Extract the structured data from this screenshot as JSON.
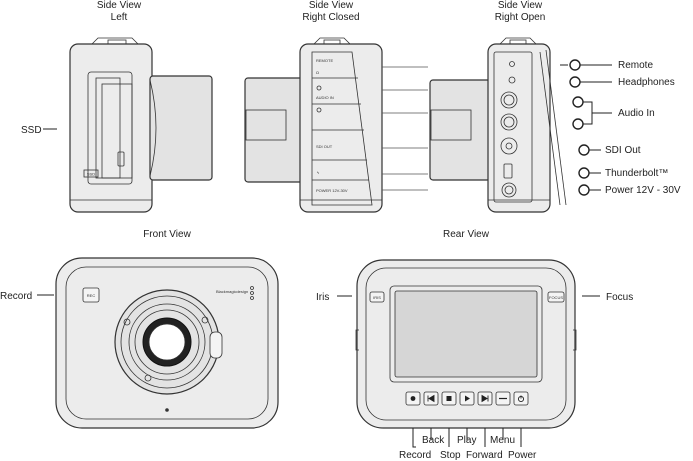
{
  "views": {
    "side_left": {
      "line1": "Side View",
      "line2": "Left"
    },
    "side_closed": {
      "line1": "Side View",
      "line2": "Right Closed"
    },
    "side_open": {
      "line1": "Side View",
      "line2": "Right Open"
    },
    "front": "Front View",
    "rear": "Rear View"
  },
  "labels": {
    "ssd": "SSD",
    "record_front": "Record",
    "brand": "Blackmagicdesign",
    "rec_button": "REC",
    "iris": "Iris",
    "focus": "Focus",
    "iris_button": "IRIS",
    "focus_button": "FOCUS",
    "ssd_slot": "SSD"
  },
  "connectors": [
    {
      "label": "Remote"
    },
    {
      "label": "Headphones"
    },
    {
      "label": "Audio In"
    },
    {
      "label": "SDI Out"
    },
    {
      "label": "Thunderbolt™"
    },
    {
      "label": "Power 12V - 30V"
    }
  ],
  "closed_panel_labels": [
    "REMOTE",
    "AUDIO IN",
    "SDI OUT",
    "POWER 12V-30V"
  ],
  "rear_buttons": [
    {
      "label": "Record",
      "icon": "record-icon"
    },
    {
      "label": "Back",
      "icon": "skip-back-icon"
    },
    {
      "label": "Stop",
      "icon": "stop-icon"
    },
    {
      "label": "Play",
      "icon": "play-icon"
    },
    {
      "label": "Forward",
      "icon": "skip-forward-icon"
    },
    {
      "label": "Menu",
      "icon": "menu-icon"
    },
    {
      "label": "Power",
      "icon": "power-icon"
    }
  ]
}
